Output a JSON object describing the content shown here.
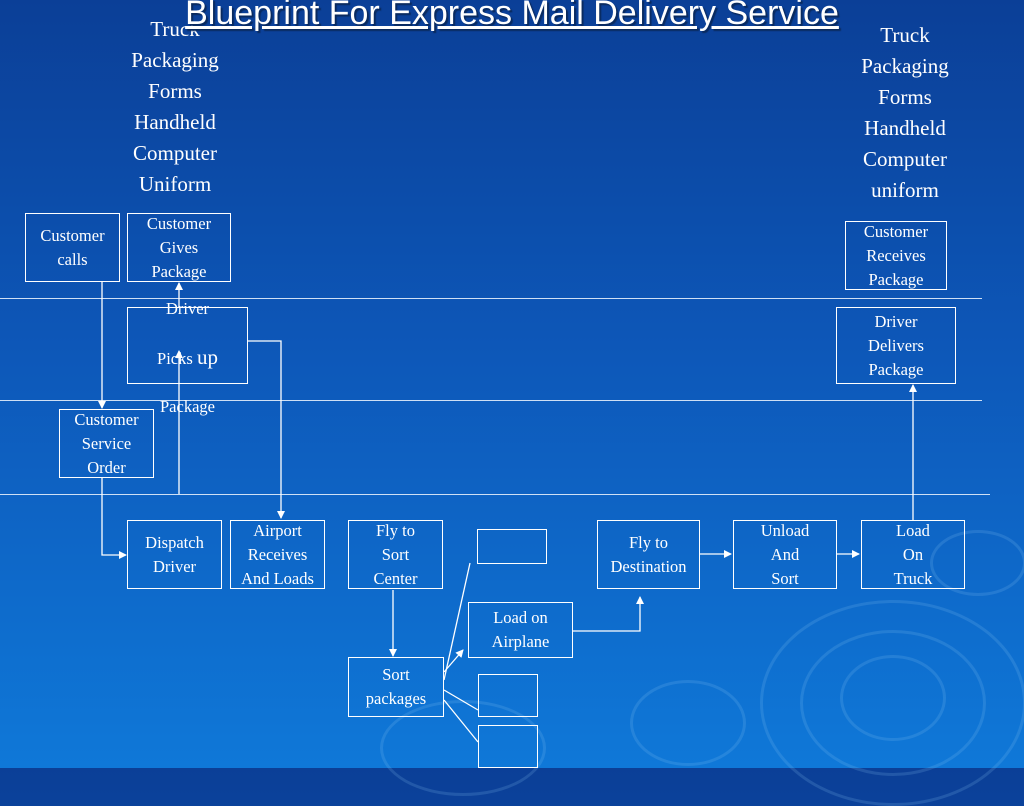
{
  "slide": {
    "title": "Blueprint For Express Mail Delivery Service"
  },
  "props": {
    "left": [
      "Truck",
      "Packaging",
      "Forms",
      "Handheld",
      "Computer",
      "Uniform"
    ],
    "right": [
      "Truck",
      "Packaging",
      "Forms",
      "Handheld",
      "Computer",
      "uniform"
    ]
  },
  "boxes": {
    "customer_calls": "Customer\ncalls",
    "customer_gives_package": "Customer\nGives\nPackage",
    "customer_receives_package": "Customer\nReceives\nPackage",
    "driver_picks_up_line1": "Driver",
    "driver_picks_up_line2a": "Picks ",
    "driver_picks_up_line2b": "up",
    "driver_picks_up_line3": "Package",
    "driver_delivers_package": "Driver\nDelivers\nPackage",
    "customer_service_order": "Customer\nService\nOrder",
    "dispatch_driver": "Dispatch\nDriver",
    "airport_receives_and_loads": "Airport\nReceives\nAnd Loads",
    "fly_to_sort_center": "Fly to\nSort\nCenter",
    "fly_to_destination": "Fly to\nDestination",
    "unload_and_sort": "Unload\nAnd\nSort",
    "load_on_truck": "Load\nOn\nTruck",
    "load_on_airplane": "Load on\nAirplane",
    "sort_packages": "Sort\npackages",
    "empty_box_top": "",
    "empty_box_mid": "",
    "empty_box_bottom": ""
  },
  "colors": {
    "background_top": "#0b3f97",
    "background_bottom": "#0f78d8",
    "line": "#ffffff"
  }
}
